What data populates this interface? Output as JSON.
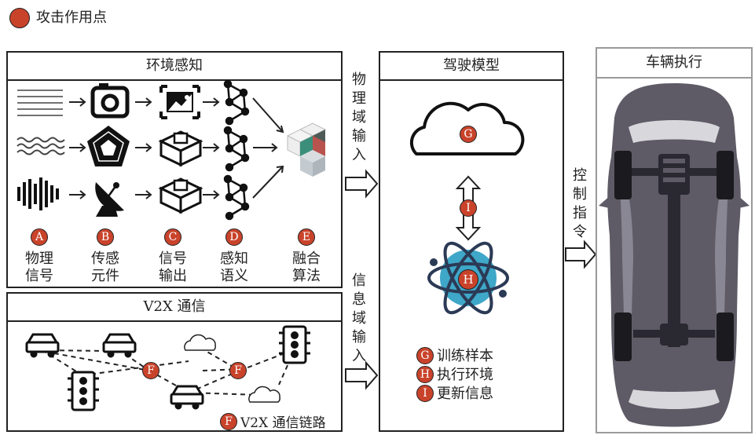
{
  "legend": {
    "badge_color": "#c9432b",
    "label": "攻击作用点"
  },
  "env": {
    "title": "环境感知",
    "columns": [
      {
        "badge": "A",
        "line1": "物理",
        "line2": "信号"
      },
      {
        "badge": "B",
        "line1": "传感",
        "line2": "元件"
      },
      {
        "badge": "C",
        "line1": "信号",
        "line2": "输出"
      },
      {
        "badge": "D",
        "line1": "感知",
        "line2": "语义"
      },
      {
        "badge": "E",
        "line1": "融合",
        "line2": "算法"
      }
    ]
  },
  "v2x": {
    "title": "V2X 通信",
    "link_badge": "F",
    "link_label": "V2X 通信链路"
  },
  "arrows": {
    "physical": "物\n理\n域\n输\n入",
    "info": "信\n息\n域\n输\n入",
    "control": "控\n制\n指\n令"
  },
  "model": {
    "title": "驾驶模型",
    "cloud_badge": "G",
    "arrow_badge": "I",
    "atom_badge": "H",
    "legend": [
      {
        "badge": "G",
        "label": "训练样本"
      },
      {
        "badge": "H",
        "label": "执行环境"
      },
      {
        "badge": "I",
        "label": "更新信息"
      }
    ]
  },
  "vehicle": {
    "title": "车辆执行"
  }
}
